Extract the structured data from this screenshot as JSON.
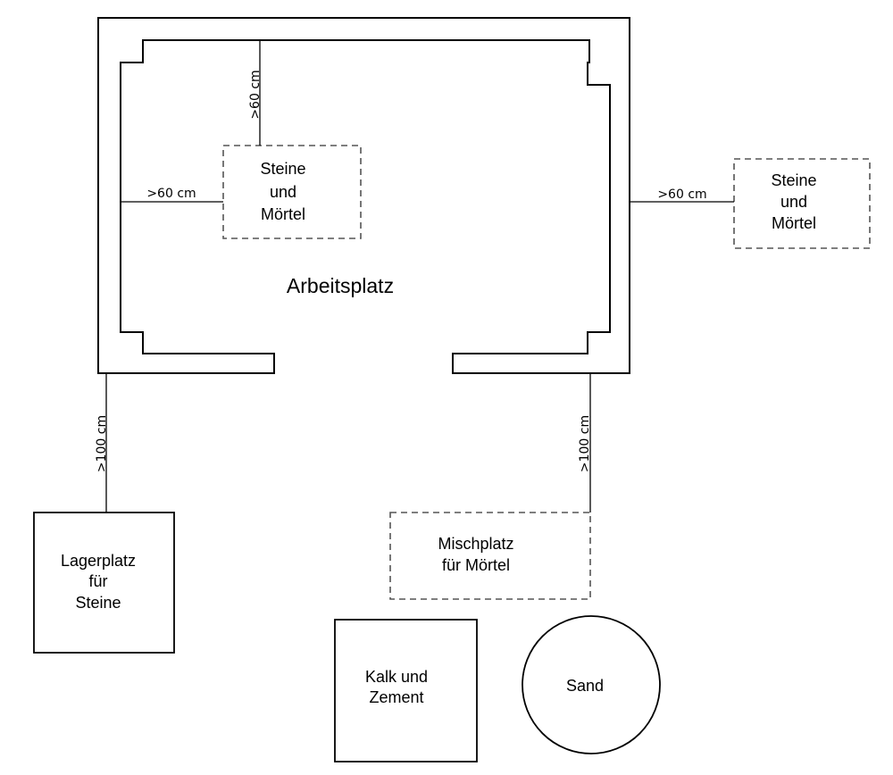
{
  "work_area": {
    "label": "Arbeitsplatz"
  },
  "stones_mortar_inner": {
    "line1": "Steine",
    "line2": "und",
    "line3": "Mörtel"
  },
  "stones_mortar_outer": {
    "line1": "Steine",
    "line2": "und",
    "line3": "Mörtel"
  },
  "storage_stones": {
    "line1": "Lagerplatz",
    "line2": "für",
    "line3": "Steine"
  },
  "mixing_area": {
    "line1": "Mischplatz",
    "line2": "für Mörtel"
  },
  "lime_cement": {
    "line1": "Kalk und",
    "line2": "Zement"
  },
  "sand": {
    "label": "Sand"
  },
  "dimensions": {
    "top_gap": ">60 cm",
    "left_gap": ">60 cm",
    "right_gap": ">60 cm",
    "storage_gap": ">100 cm",
    "mixing_gap": ">100 cm"
  },
  "colors": {
    "line": "#000000",
    "dashed_line": "#555555",
    "background": "#ffffff"
  }
}
